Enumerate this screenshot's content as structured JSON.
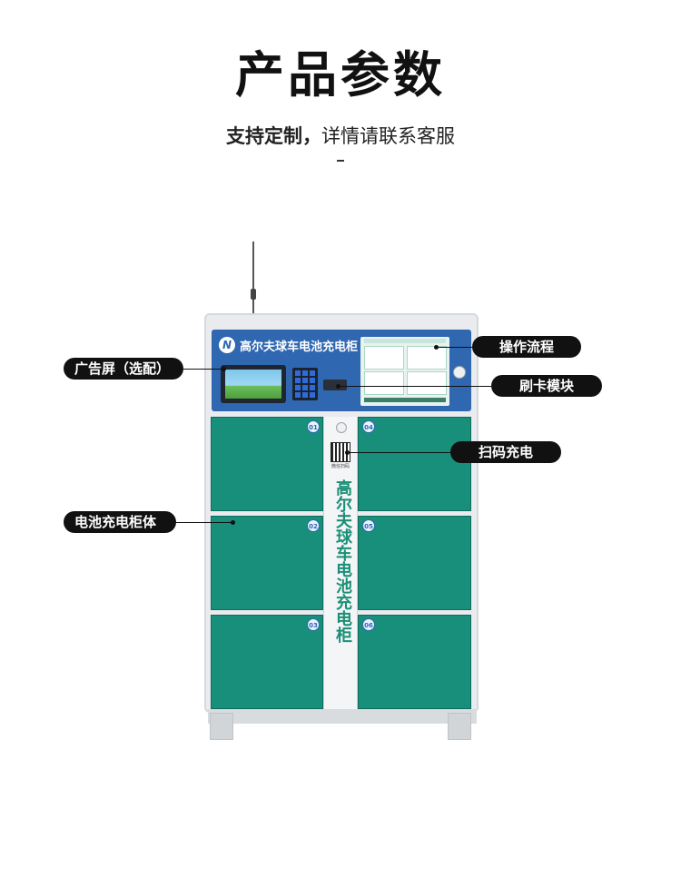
{
  "header": {
    "title": "产品参数",
    "subtitle_bold": "支持定制，",
    "subtitle_rest": "详情请联系客服"
  },
  "product": {
    "brand_text": "高尔夫球车电池充电柜",
    "vertical_text": "高尔夫球车电池充电柜",
    "compartments": [
      "01",
      "02",
      "03",
      "04",
      "05",
      "06"
    ],
    "qr_label": "微信扫码"
  },
  "callouts": {
    "ad_screen": "广告屏（选配）",
    "operation_flow": "操作流程",
    "card_module": "刷卡模块",
    "scan_charge": "扫码充电",
    "cabinet_body": "电池充电柜体"
  },
  "colors": {
    "door_green": "#188f7a",
    "panel_blue": "#2f67b1",
    "callout_black": "#111111"
  },
  "icons": [
    "logo-icon",
    "qr-code-icon",
    "keypad-icon",
    "lock-icon"
  ]
}
